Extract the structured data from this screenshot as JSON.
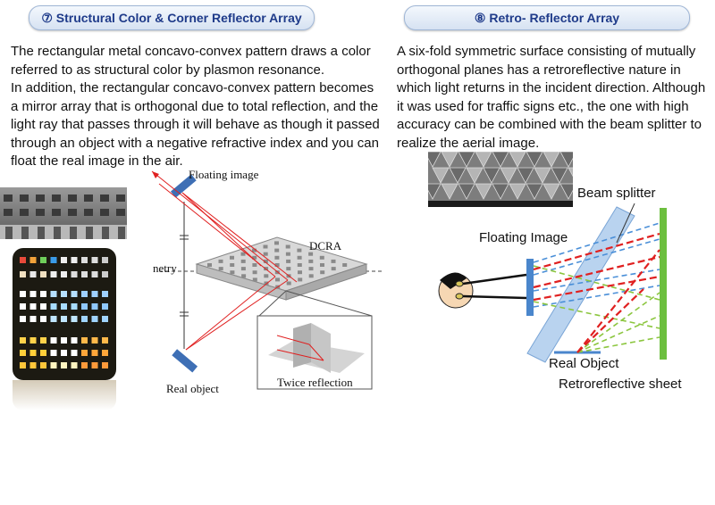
{
  "left": {
    "title": "⑦ Structural Color & Corner Reflector Array",
    "paragraph1": "The rectangular metal concavo-convex pattern draws a color referred to as structural color by plasmon resonance.",
    "paragraph2": "In addition, the rectangular concavo-convex pattern becomes a mirror array that is orthogonal due to total reflection, and the light ray that passes through it will behave as though it passed through an object with a negative refractive index and you can float the real image in the air.",
    "figure": {
      "floating_image": "Floating image",
      "dcra": "DCRA",
      "symmetry": "netry",
      "real_object": "Real object",
      "twice_reflection": "Twice reflection"
    }
  },
  "right": {
    "title": "⑧ Retro- Reflector Array",
    "paragraph": "A six-fold symmetric surface consisting of mutually orthogonal planes has a retroreflective nature in which light returns in the incident direction. Although it was used for traffic signs etc., the one with high accuracy can be combined with the beam splitter to realize the aerial image.",
    "figure": {
      "beam_splitter": "Beam splitter",
      "floating_image": "Floating Image",
      "real_object": "Real Object",
      "retroreflective_sheet": "Retroreflective sheet"
    }
  },
  "colors": {
    "banner_text": "#1f3b8a",
    "ray_red": "#e02020",
    "ray_blue": "#4a8fd8",
    "ray_green": "#8cc63f",
    "sheet_green": "#6cbf3f",
    "splitter_blue": "#b9d3ef"
  }
}
